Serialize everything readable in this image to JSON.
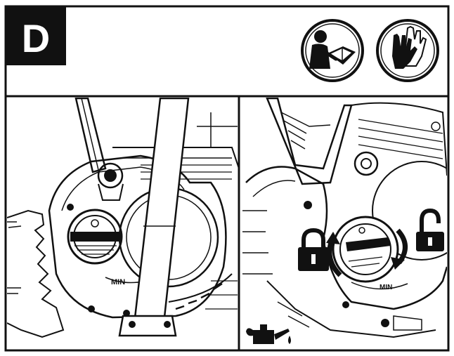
{
  "header": {
    "step_letter": "D",
    "icons": [
      {
        "name": "read-manual-icon"
      },
      {
        "name": "wear-gloves-icon"
      }
    ]
  },
  "left_panel": {
    "cap_marking": "MIN"
  },
  "right_panel": {
    "cap_marking": "MIN",
    "lock_icon": "lock-closed-icon",
    "unlock_icon": "lock-open-icon",
    "oil_icon": "oil-can-icon"
  },
  "colors": {
    "ink": "#111111",
    "paper": "#ffffff"
  }
}
